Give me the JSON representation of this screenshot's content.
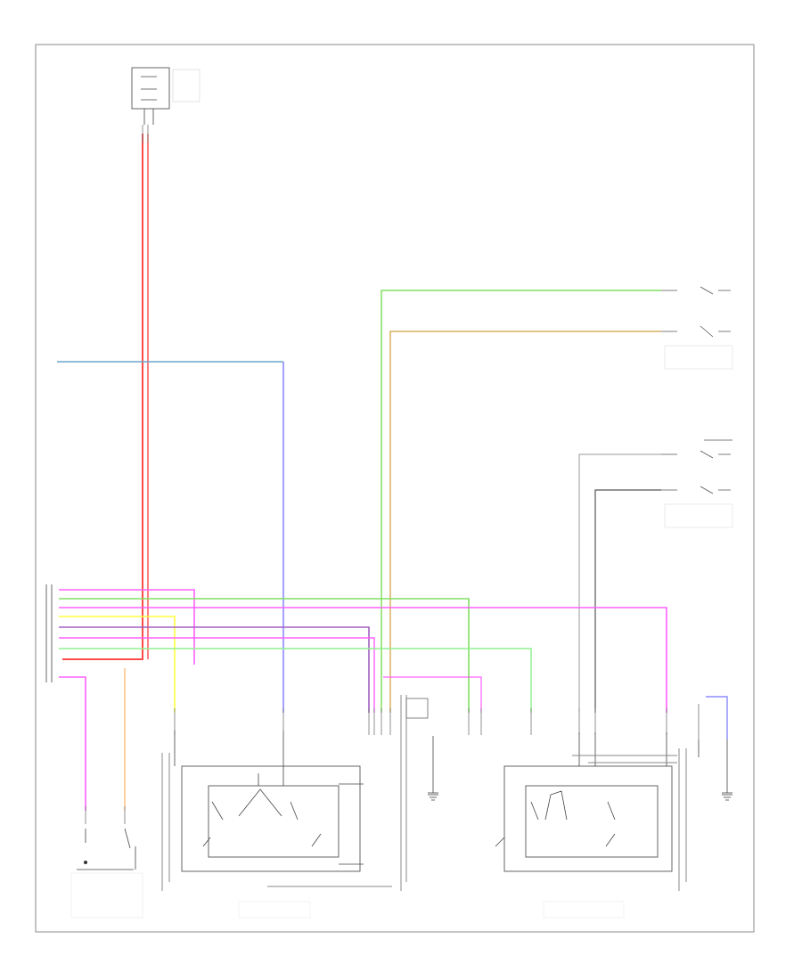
{
  "diagram": {
    "footer_text": "",
    "wires": {
      "red": "#ff4a4a",
      "blue": "#6aa6c8",
      "violet": "#8c8cff",
      "green": "#80e060",
      "tan": "#d8b060",
      "pink": "#ff60ff",
      "yellow": "#ffff40",
      "purple": "#a060c0",
      "lightgreen": "#90f090",
      "orange": "#ffb060",
      "gray": "#999999",
      "black": "#555555"
    },
    "components": [
      {
        "id": "top-connector"
      },
      {
        "id": "harness-connector"
      },
      {
        "id": "left-switch"
      },
      {
        "id": "right-switch"
      },
      {
        "id": "passenger-switch"
      },
      {
        "id": "left-ground"
      },
      {
        "id": "right-ground"
      }
    ]
  }
}
